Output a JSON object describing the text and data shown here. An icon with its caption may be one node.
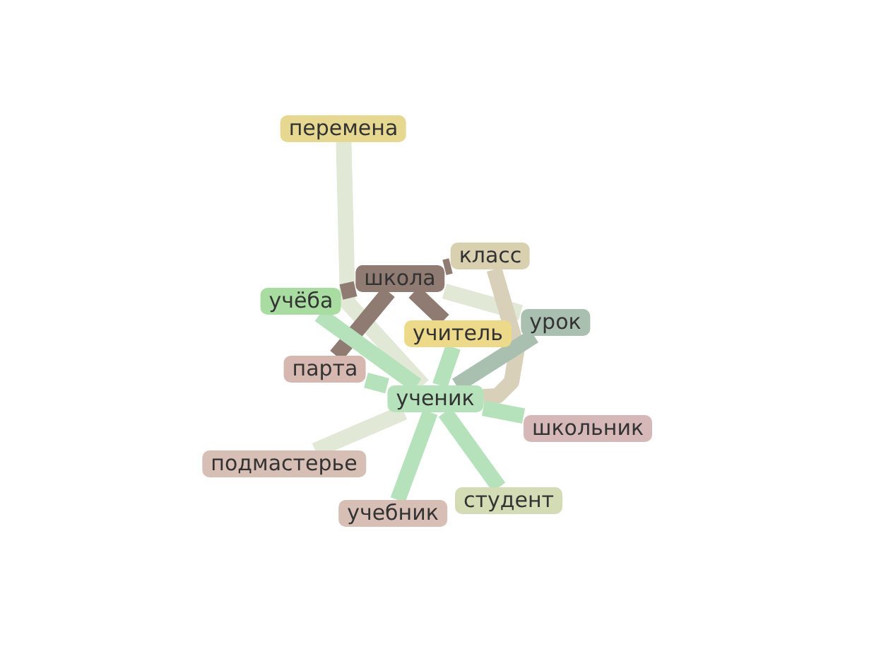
{
  "diagram": {
    "nodes": [
      {
        "text": [
          "перемена"
        ]
      },
      {
        "text": [
          "школа"
        ]
      },
      {
        "text": [
          "класс"
        ]
      },
      {
        "text": [
          "учёба"
        ]
      },
      {
        "text": [
          "учитель"
        ]
      },
      {
        "text": [
          "урок"
        ]
      },
      {
        "text": [
          "парта"
        ]
      },
      {
        "text": [
          "ученик"
        ]
      },
      {
        "text": [
          "школьник"
        ]
      },
      {
        "text": [
          "подмастерье"
        ]
      },
      {
        "text": [
          "учебник"
        ]
      },
      {
        "text": [
          "студент"
        ]
      }
    ],
    "edges": [
      {
        "from": 0,
        "to": 7,
        "arrow": "none",
        "color": "#e1e8d6"
      },
      {
        "from": 1,
        "to": 2,
        "arrow": "none",
        "color": "#8f7b72"
      },
      {
        "from": 1,
        "to": 3,
        "arrow": "none",
        "color": "#8f7b72"
      },
      {
        "from": 1,
        "to": 6,
        "arrow": "none",
        "color": "#8f7b72"
      },
      {
        "from": 1,
        "to": 4,
        "arrow": "none",
        "color": "#8f7b72"
      },
      {
        "from": 1,
        "to": 5,
        "arrow": "none",
        "color": "#e1e8d6"
      },
      {
        "from": 2,
        "to": 7,
        "arrow": "none",
        "color": "#d8d0b8"
      },
      {
        "from": 3,
        "to": 7,
        "arrow": "none"
      },
      {
        "from": 4,
        "to": 7,
        "arrow": "none"
      },
      {
        "from": 5,
        "to": 7,
        "arrow": "none",
        "color": "#a9bfb0"
      },
      {
        "from": 6,
        "to": 7,
        "arrow": "none"
      },
      {
        "from": 7,
        "to": 8,
        "arrow": "none"
      },
      {
        "from": 7,
        "to": 9,
        "arrow": "none",
        "color": "#e1e8d6"
      },
      {
        "from": 7,
        "to": 10,
        "arrow": "none"
      },
      {
        "from": 7,
        "to": 11,
        "arrow": "none"
      }
    ]
  }
}
